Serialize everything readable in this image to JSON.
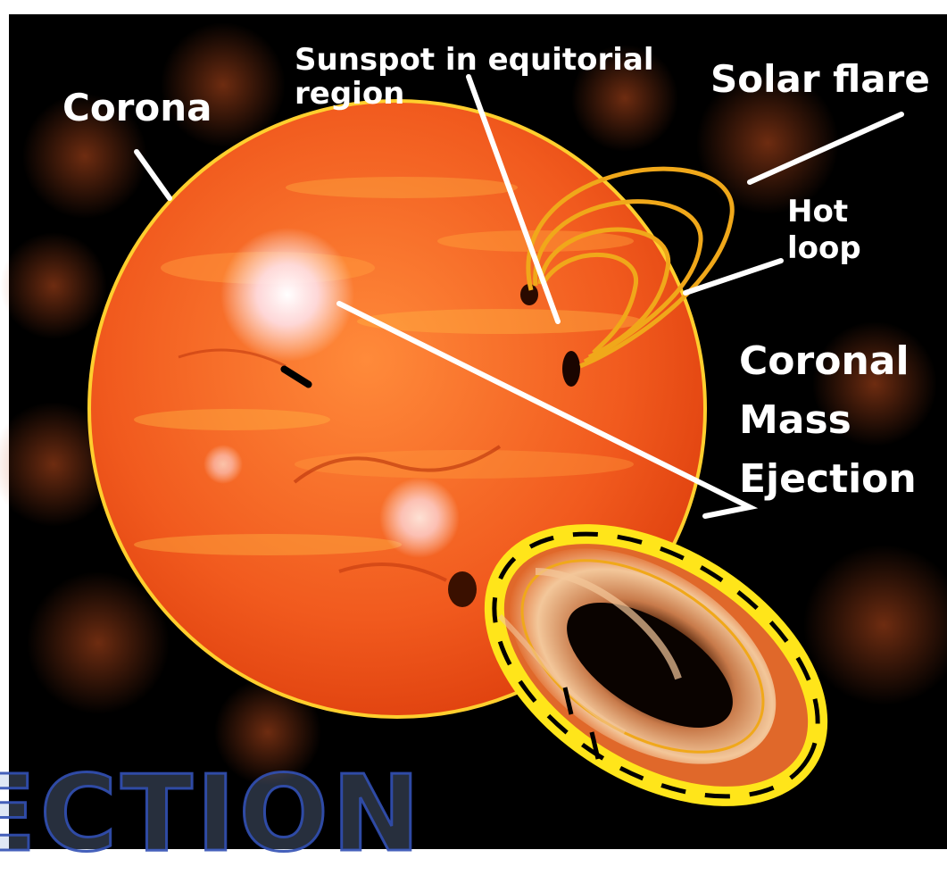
{
  "labels": {
    "corona": "Corona",
    "sunspot_line1": "Sunspot in equitorial",
    "sunspot_line2": "region",
    "solar_flare": "Solar flare",
    "hot_loop_line1": "Hot",
    "hot_loop_line2": "loop",
    "cme_line1": "Coronal",
    "cme_line2": "Mass",
    "cme_line3": "Ejection"
  },
  "watermark": "ECTION",
  "colors": {
    "background": "#000000",
    "frame": "#ffffff",
    "sun_fill": "#f15a1e",
    "sun_highlight": "#ff8a3a",
    "loop_stroke": "#f0a81a",
    "cme_outer": "#ffe51a",
    "cme_inner": "#f3c79a",
    "label_text": "#ffffff",
    "watermark_stroke": "#3250b4"
  }
}
